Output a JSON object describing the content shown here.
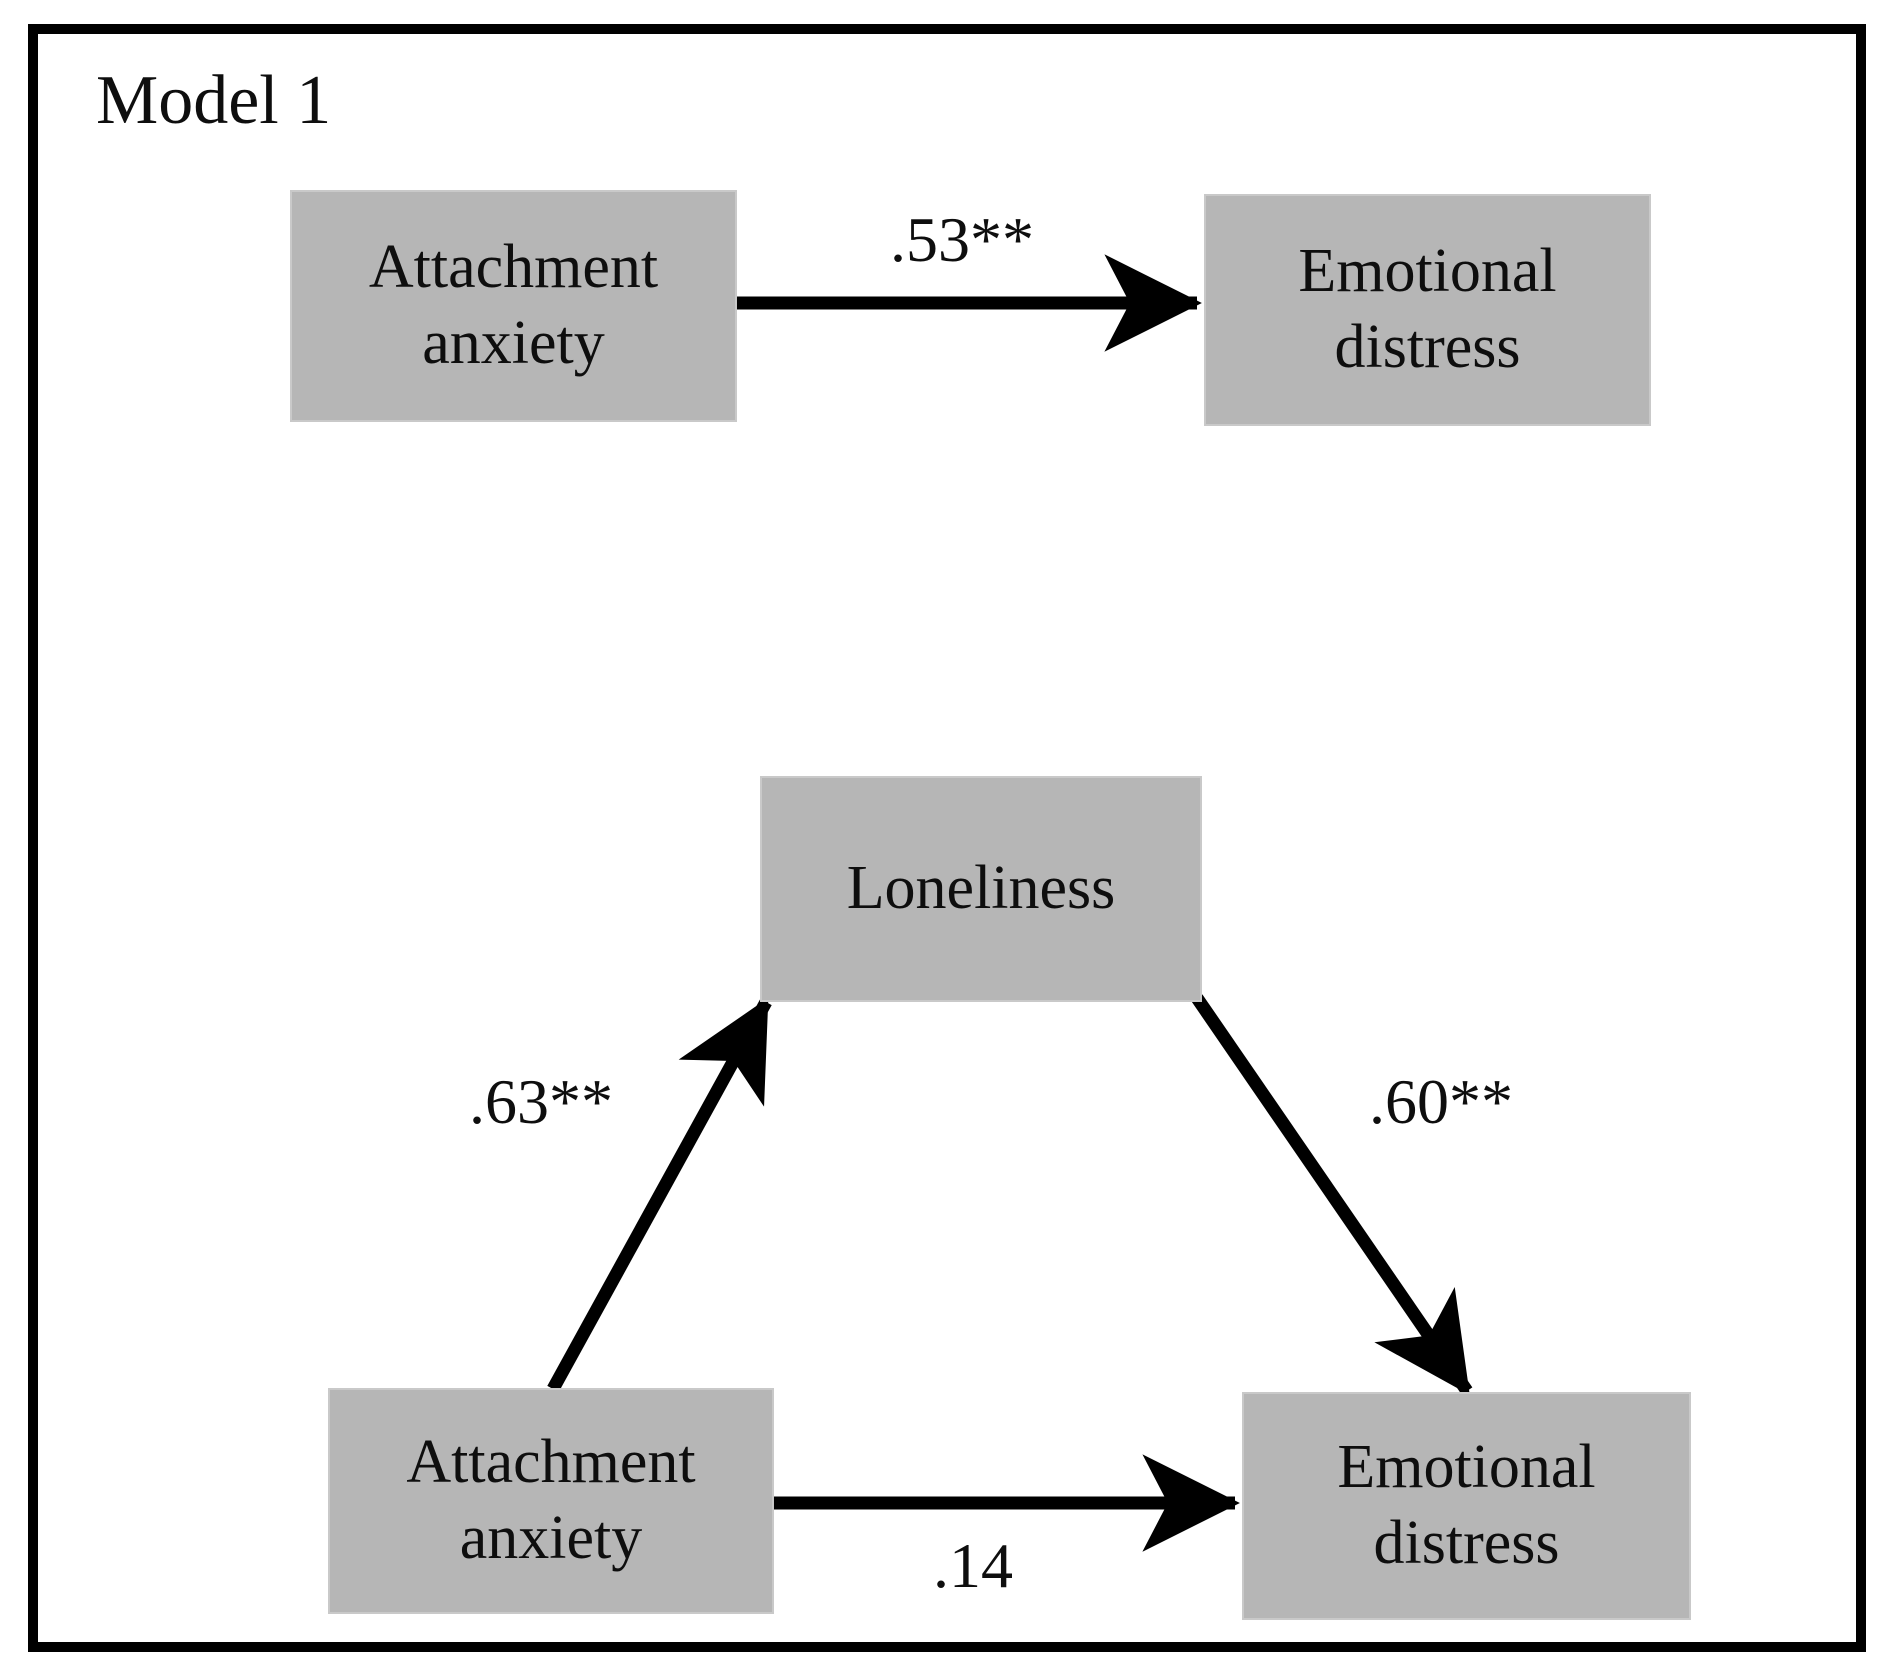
{
  "diagram": {
    "title": "Model 1",
    "type": "mediation-path-model",
    "boxes": {
      "top_predictor": "Attachment\nanxiety",
      "top_outcome": "Emotional\ndistress",
      "mediator": "Loneliness",
      "bottom_predictor": "Attachment\nanxiety",
      "bottom_outcome": "Emotional\ndistress"
    },
    "coefficients": {
      "total_effect": ".53**",
      "a_path": ".63**",
      "b_path": ".60**",
      "direct_effect": ".14"
    },
    "colors": {
      "box_fill": "#b6b6b6",
      "arrow": "#000000",
      "frame_border": "#000000",
      "text": "#0e0e0e",
      "background": "#ffffff"
    }
  }
}
